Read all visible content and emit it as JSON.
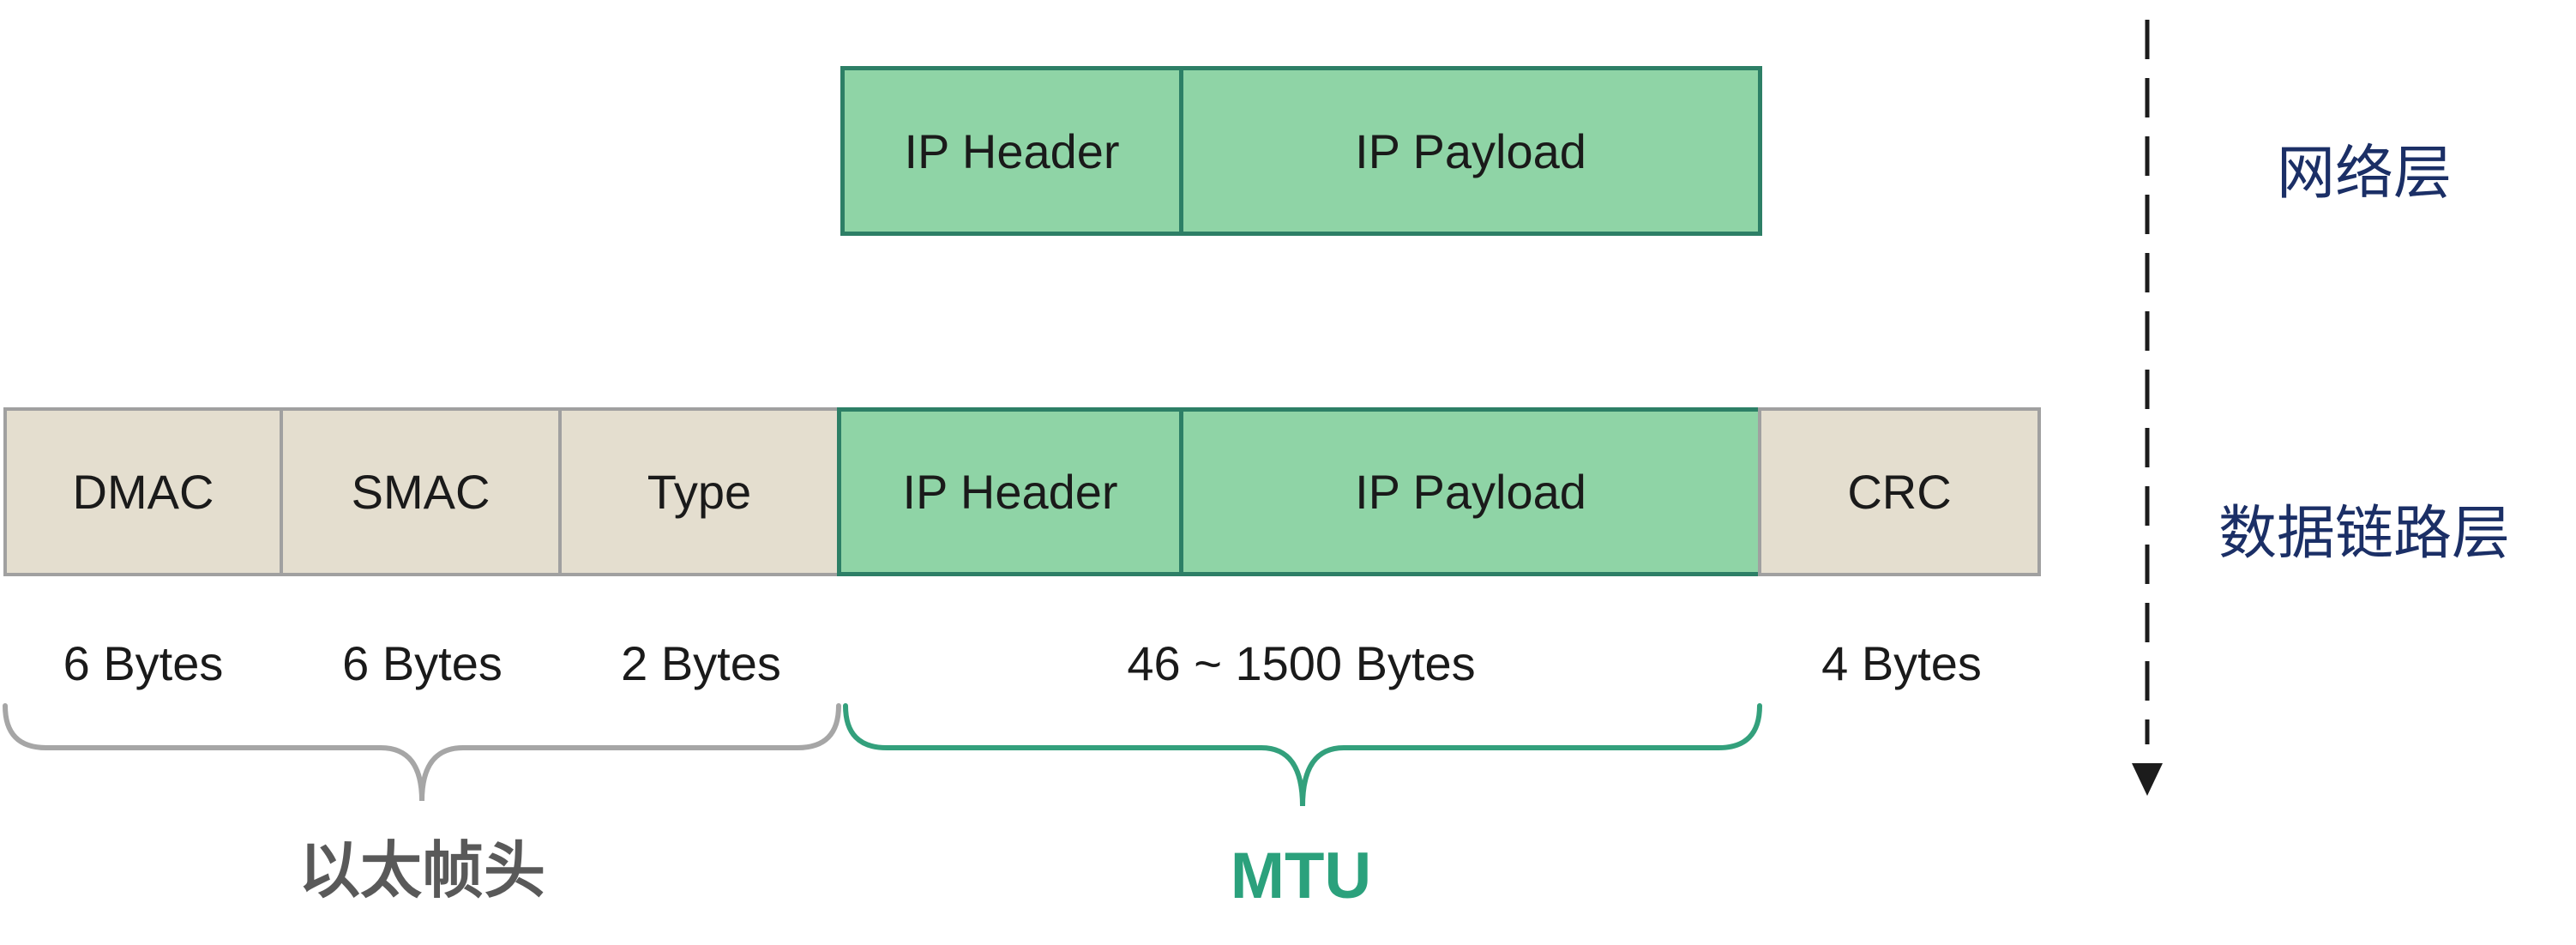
{
  "network_packet": {
    "cells": [
      {
        "label": "IP Header"
      },
      {
        "label": "IP Payload"
      }
    ]
  },
  "frame": {
    "cells": [
      {
        "label": "DMAC"
      },
      {
        "label": "SMAC"
      },
      {
        "label": "Type"
      },
      {
        "label": "IP Header"
      },
      {
        "label": "IP Payload"
      },
      {
        "label": "CRC"
      }
    ]
  },
  "sizes": [
    "6 Bytes",
    "6 Bytes",
    "2 Bytes",
    "46 ~ 1500 Bytes",
    "4 Bytes"
  ],
  "annotations": {
    "ethernet_header": "以太帧头",
    "mtu": "MTU"
  },
  "layers": {
    "network": "网络层",
    "data_link": "数据链路层"
  },
  "colors": {
    "green_fill": "#8fd4a6",
    "green_border": "#2d7f66",
    "beige_fill": "#e4decf",
    "beige_border": "#a0a0a0",
    "brace_gray": "#a6a6a6",
    "brace_green": "#33a07c",
    "text_dark": "#1a1a1a",
    "ethernet_header_text": "#595959",
    "mtu_text": "#2ba17c",
    "layer_label_text": "#1b2f66",
    "arrow": "#1c1c1c"
  }
}
